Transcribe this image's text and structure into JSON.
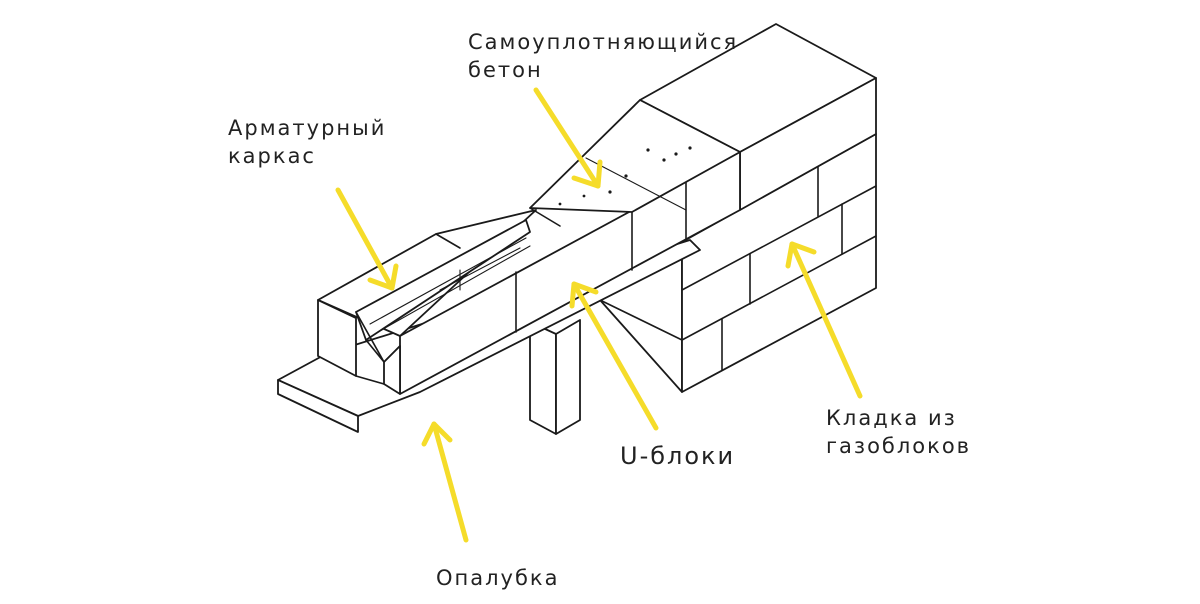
{
  "labels": {
    "concrete_line1": "Самоуплотняющийся",
    "concrete_line2": "бетон",
    "rebar_line1": "Арматурный",
    "rebar_line2": "каркас",
    "ublocks": "U-блоки",
    "masonry_line1": "Кладка из",
    "masonry_line2": "газоблоков",
    "formwork": "Опалубка"
  },
  "colors": {
    "arrow": "#f5dc2a",
    "ink": "#1a1a1a"
  }
}
